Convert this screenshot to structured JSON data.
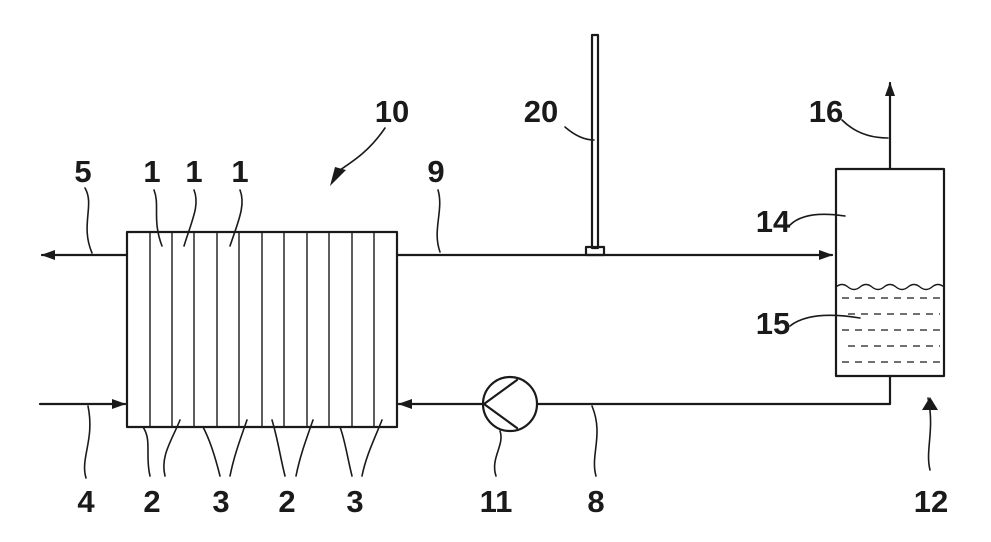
{
  "colors": {
    "ink": "#1a1a1a",
    "background": "#ffffff"
  },
  "labels": {
    "plate_top_a": "1",
    "plate_top_b": "1",
    "plate_top_c": "1",
    "plate_bottom_a": "2",
    "plate_bottom_b": "2",
    "plate_bottom_c": "2",
    "plate_bottom_d": "2",
    "plate_bottom_e": "3",
    "plate_bottom_f": "3",
    "plate_bottom_g": "3",
    "plate_bottom_h": "3",
    "inlet": "4",
    "outlet": "5",
    "return_line": "8",
    "feed_line": "9",
    "stack": "10",
    "pump": "11",
    "separator": "12",
    "gas_space": "14",
    "liquid": "15",
    "vent": "16",
    "sensor": "20"
  }
}
